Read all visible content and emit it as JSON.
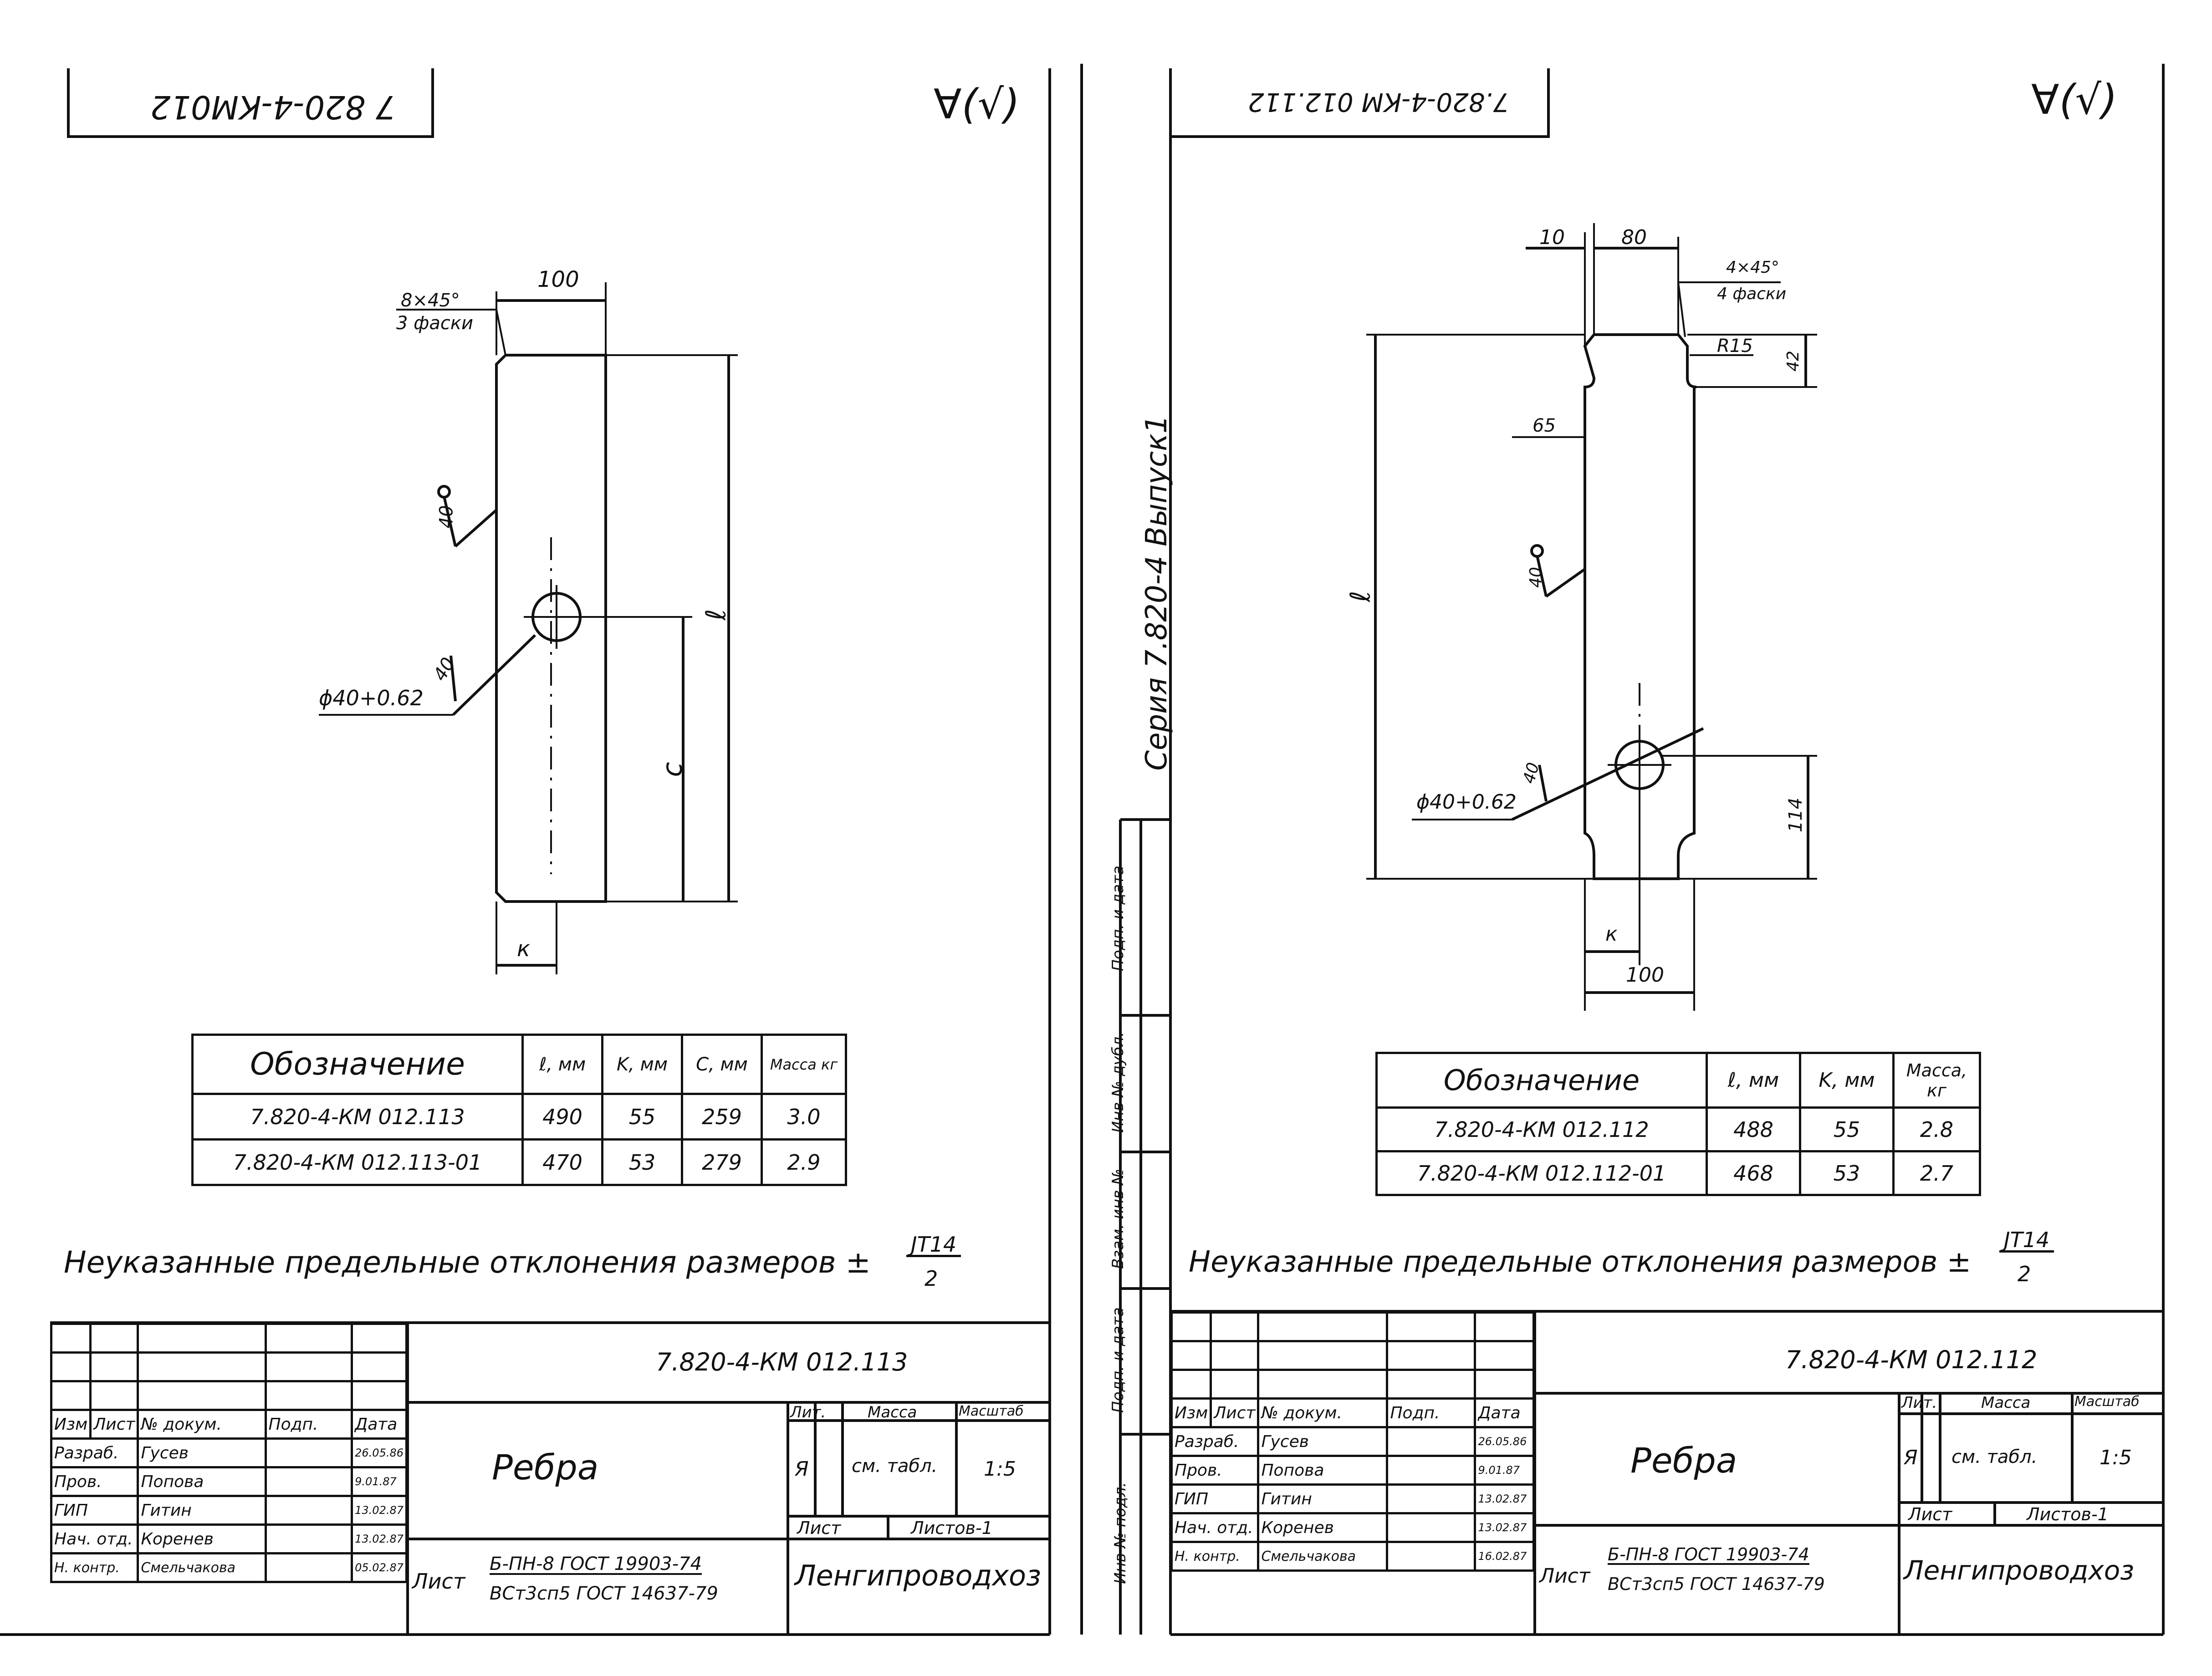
{
  "left": {
    "rotated_code": "7 820-4-КМ012",
    "roughness_mark": "∀(√)",
    "chamfer_value": "8×45°",
    "chamfer_label": "3 фаски",
    "dim_width": "100",
    "weld_40_top": "40",
    "weld_40_hole": "40",
    "hole_label": "ϕ40+0.62",
    "dim_l": "ℓ",
    "dim_c": "c",
    "dim_k": "к",
    "table": {
      "headers": [
        "Обозначение",
        "ℓ, мм",
        "K, мм",
        "C, мм",
        "Масса кг"
      ],
      "rows": [
        [
          "7.820-4-КМ 012.113",
          "490",
          "55",
          "259",
          "3.0"
        ],
        [
          "7.820-4-КМ 012.113-01",
          "470",
          "53",
          "279",
          "2.9"
        ]
      ]
    },
    "note_text": "Неуказанные предельные отклонения размеров ±",
    "note_num": "JT14",
    "note_den": "2",
    "title_block": {
      "doc_code": "7.820-4-КМ 012.113",
      "name": "Ребра",
      "col_headers": [
        "Изм",
        "Лист",
        "№ докум.",
        "Подп.",
        "Дата"
      ],
      "roles": [
        {
          "role": "Разраб.",
          "name": "Гусев",
          "date": "26.05.86"
        },
        {
          "role": "Пров.",
          "name": "Попова",
          "date": "9.01.87"
        },
        {
          "role": "ГИП",
          "name": "Гитин",
          "date": "13.02.87"
        },
        {
          "role": "Нач. отд.",
          "name": "Коренев",
          "date": "13.02.87"
        },
        {
          "role": "Н. контр.",
          "name": "Смельчакова",
          "date": "05.02.87"
        }
      ],
      "lit_label": "Лит.",
      "lit_value": "Я",
      "mass_label": "Масса",
      "mass_value": "см. табл.",
      "scale_label": "Масштаб",
      "scale_value": "1:5",
      "sheet_label": "Лист",
      "sheets_label": "Листов-1",
      "material_prefix": "Лист",
      "material_top": "Б-ПН-8 ГОСТ 19903-74",
      "material_bottom": "ВСт3сп5 ГОСТ 14637-79",
      "org": "Ленгипроводхоз"
    }
  },
  "right": {
    "rotated_code": "7.820-4-КМ 012.112",
    "roughness_mark": "∀(√)",
    "dim_10": "10",
    "dim_80": "80",
    "chamfer_value": "4×45°",
    "chamfer_label": "4 фаски",
    "dim_r15": "R15",
    "dim_42": "42",
    "dim_65": "65",
    "weld_40_top": "40",
    "weld_40_hole": "40",
    "hole_label": "ϕ40+0.62",
    "dim_l": "ℓ",
    "dim_114": "114",
    "dim_k": "к",
    "dim_width": "100",
    "side_series": "Серия 7.820-4 Выпуск1",
    "side_stamp": [
      "Инв № подл.",
      "Подп. и дата",
      "Взам. инв №",
      "Инв № дубл.",
      "Подп. и дата"
    ],
    "table": {
      "headers": [
        "Обозначение",
        "ℓ, мм",
        "K, мм",
        "Масса, кг"
      ],
      "rows": [
        [
          "7.820-4-КМ 012.112",
          "488",
          "55",
          "2.8"
        ],
        [
          "7.820-4-КМ 012.112-01",
          "468",
          "53",
          "2.7"
        ]
      ]
    },
    "note_text": "Неуказанные предельные отклонения размеров ±",
    "note_num": "JT14",
    "note_den": "2",
    "title_block": {
      "doc_code": "7.820-4-КМ 012.112",
      "name": "Ребра",
      "col_headers": [
        "Изм",
        "Лист",
        "№ докум.",
        "Подп.",
        "Дата"
      ],
      "roles": [
        {
          "role": "Разраб.",
          "name": "Гусев",
          "date": "26.05.86"
        },
        {
          "role": "Пров.",
          "name": "Попова",
          "date": "9.01.87"
        },
        {
          "role": "ГИП",
          "name": "Гитин",
          "date": "13.02.87"
        },
        {
          "role": "Нач. отд.",
          "name": "Коренев",
          "date": "13.02.87"
        },
        {
          "role": "Н. контр.",
          "name": "Смельчакова",
          "date": "16.02.87"
        }
      ],
      "lit_label": "Лит.",
      "lit_value": "Я",
      "mass_label": "Масса",
      "mass_value": "см. табл.",
      "scale_label": "Масштаб",
      "scale_value": "1:5",
      "sheet_label": "Лист",
      "sheets_label": "Листов-1",
      "material_prefix": "Лист",
      "material_top": "Б-ПН-8 ГОСТ 19903-74",
      "material_bottom": "ВСт3сп5 ГОСТ 14637-79",
      "org": "Ленгипроводхоз"
    }
  }
}
